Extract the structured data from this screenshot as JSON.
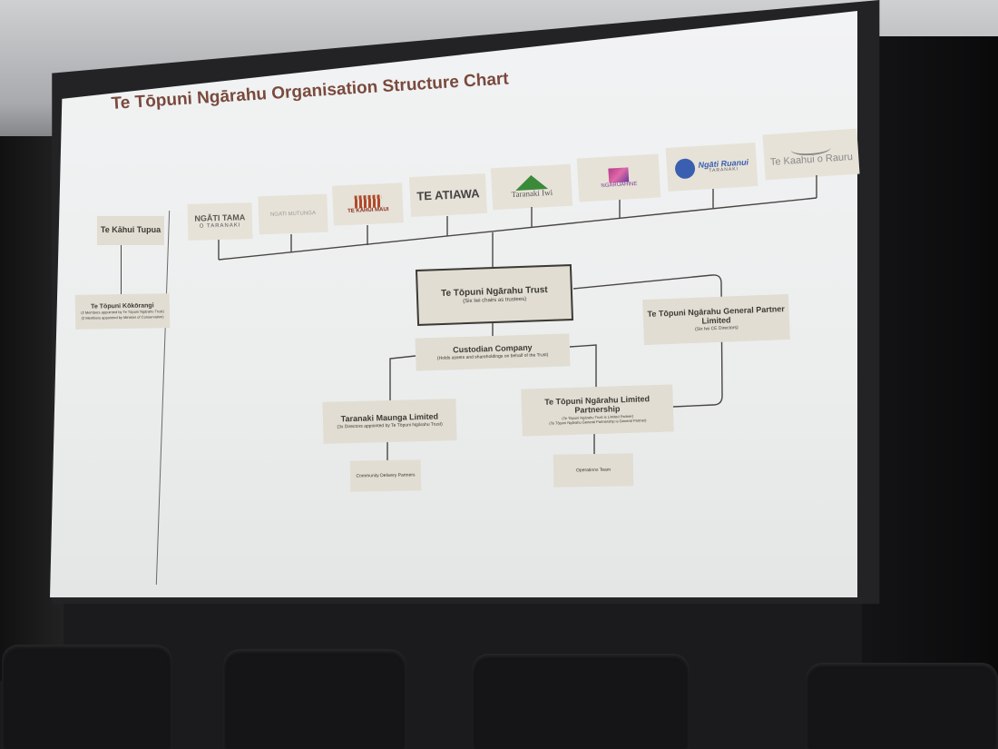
{
  "slide": {
    "title": "Te Tōpuni Ngārahu Organisation Structure Chart"
  },
  "left_panel": {
    "kahui_tupua": "Te Kāhui Tupua",
    "kokorangi_title": "Te Tōpuni Kōkōrangi",
    "kokorangi_sub1": "(2 Members appointed by Te Tōpuni Ngārahu Trust)",
    "kokorangi_sub2": "(2 Members appointed by Minister of Conservation)"
  },
  "iwi_logos": [
    {
      "line1": "NGĀTI TAMA",
      "line2": "O TARANAKI"
    },
    {
      "line1": "NGATI MUTUNGA",
      "line2": ""
    },
    {
      "line1": "TE KĀHUI MAUI",
      "line2": ""
    },
    {
      "line1": "TE ATIAWA",
      "line2": ""
    },
    {
      "line1": "Taranaki Iwi",
      "line2": ""
    },
    {
      "line1": "NGĀRUAHINE",
      "line2": ""
    },
    {
      "line1": "Ngāti Ruanui",
      "line2": "TARANAKI"
    },
    {
      "line1": "Te Kaahui o Rauru",
      "line2": ""
    }
  ],
  "nodes": {
    "trust_title": "Te Tōpuni Ngārahu Trust",
    "trust_sub": "(Six Iwi chairs as trustees)",
    "gp_title": "Te Tōpuni Ngārahu General Partner Limited",
    "gp_sub": "(Six Iwi CE Directors)",
    "custodian_title": "Custodian Company",
    "custodian_sub": "(Holds assets and shareholdings on behalf of the Trust)",
    "maunga_title": "Taranaki Maunga Limited",
    "maunga_sub": "(3x Directors appointed by Te Tōpuni Ngārahu Trust)",
    "lp_title": "Te Tōpuni Ngārahu Limited Partnership",
    "lp_sub1": "(Te Tōpuni Ngārahu Trust is Limited Partner)",
    "lp_sub2": "(Te Tōpuni Ngārahu General Partnership is General Partner)",
    "community_delivery": "Community Delivery Partners",
    "operations_team": "Operations Team"
  },
  "colors": {
    "title": "#7a4a3d",
    "box_fill": "#e1ddd2",
    "line": "#4a4642",
    "screen": "#eef0f0"
  }
}
